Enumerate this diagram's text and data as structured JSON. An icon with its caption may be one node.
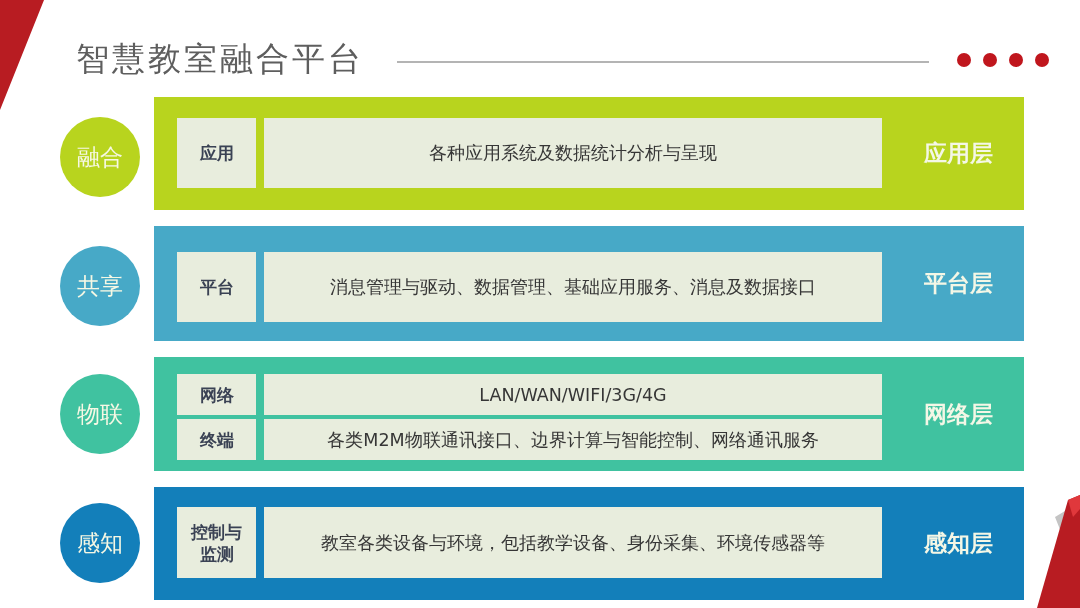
{
  "diagram": {
    "title": "智慧教室融合平台",
    "nodes": [
      {
        "text": [
          "融合"
        ]
      },
      {
        "text": [
          "应用层"
        ]
      },
      {
        "text": [
          "应用"
        ],
        "in": 1
      },
      {
        "text": [
          "各种应用系统及数据统计分析与呈现"
        ],
        "in": 1
      },
      {
        "text": [
          "共享"
        ]
      },
      {
        "text": [
          "平台层"
        ]
      },
      {
        "text": [
          "平台"
        ],
        "in": 5
      },
      {
        "text": [
          "消息管理与驱动、数据管理、基础应用服务、消息及数据接口"
        ],
        "in": 5
      },
      {
        "text": [
          "物联"
        ]
      },
      {
        "text": [
          "网络层"
        ]
      },
      {
        "text": [
          "网络"
        ],
        "in": 9
      },
      {
        "text": [
          "LAN/WAN/WIFI/3G/4G"
        ],
        "in": 9
      },
      {
        "text": [
          "终端"
        ],
        "in": 9
      },
      {
        "text": [
          "各类M2M物联通讯接口、边界计算与智能控制、网络通讯服务"
        ],
        "in": 9
      },
      {
        "text": [
          "感知"
        ]
      },
      {
        "text": [
          "感知层"
        ]
      },
      {
        "text": [
          "控制与监测"
        ],
        "in": 15
      },
      {
        "text": [
          "教室各类设备与环境，包括教学设备、身份采集、环境传感器等"
        ],
        "in": 15
      }
    ]
  }
}
